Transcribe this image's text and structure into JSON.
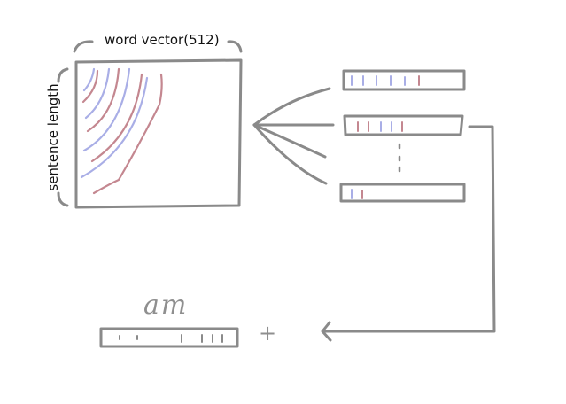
{
  "labels": {
    "width_label": "word vector(512)",
    "height_label": "sentence length",
    "word": "am",
    "operator": "+"
  },
  "colors": {
    "pencil": "#8a8a8a",
    "blue": "#a9aee6",
    "red": "#c48790",
    "ink": "#111111"
  }
}
